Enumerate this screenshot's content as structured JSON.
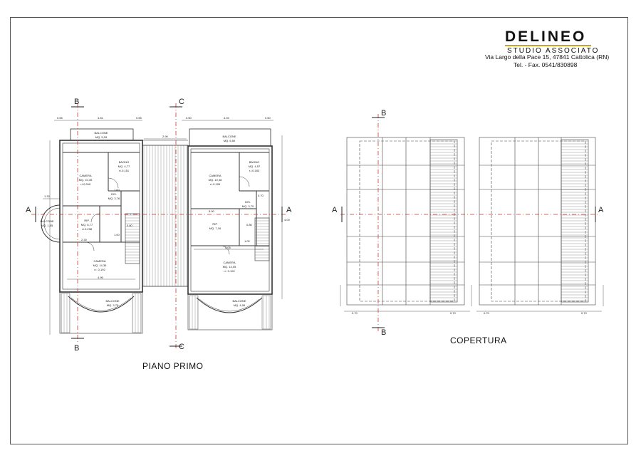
{
  "header": {
    "firm_name": "DELINEO",
    "firm_sub": "STUDIO ASSOCIATO",
    "address": "Via Largo della Pace 15, 47841 Cattolica (RN)",
    "phone": "Tel. - Fax. 0541/830898"
  },
  "captions": {
    "floor_plan": "PIANO PRIMO",
    "roof_plan": "COPERTURA"
  },
  "section_marks": {
    "a": "A",
    "b": "B",
    "c": "C"
  },
  "rooms_left": {
    "balcone_top": "BALCONE",
    "balcone_top_area": "MQ. 5,09",
    "camera_1": "CAMERA",
    "camera_1_area": "MQ. 10,35",
    "camera_1_ri": "r.i.0.269",
    "bagno": "BAGNO",
    "bagno_area": "MQ. 4,77",
    "bagno_ri": "r.i.0.151",
    "dis": "DIS.",
    "dis_area": "MQ. 3,76",
    "rip": "RIP.",
    "rip_area": "MQ. 6,77",
    "rip_ri": "r.i.0.238",
    "balcone_side": "BALCONE",
    "balcone_side_area": "MQ. 1,85",
    "camera_2": "CAMERA",
    "camera_2_area": "MQ. 14,35",
    "camera_2_ri": "r.i. 0.192",
    "balcone_bottom": "BALCONE",
    "balcone_bottom_area": "MQ. 3,75"
  },
  "rooms_right": {
    "balcone_top": "BALCONE",
    "balcone_top_area": "MQ. 6,50",
    "camera_1": "CAMERA",
    "camera_1_area": "MQ. 10,38",
    "camera_1_ri": "r.i.0.155",
    "bagno": "BAGNO",
    "bagno_area": "MQ. 4,57",
    "bagno_ri": "r.i.0.183",
    "dis": "DIS.",
    "dis_area": "MQ. 3,70",
    "rip": "RIP.",
    "rip_area": "MQ. 7,16",
    "camera_2": "CAMERA",
    "camera_2_area": "MQ. 14,05",
    "camera_2_ri": "r.i. 0.192",
    "balcone_bottom": "BALCONE",
    "balcone_bottom_area": "MQ. 4,06"
  },
  "dimensions": {
    "d_055": "0.55",
    "d_481": "4.81",
    "d_050": "0.50",
    "d_494": "4.94",
    "d_290": "2.90",
    "d_132": "1.32",
    "d_070": "0.70",
    "d_100": "1.00",
    "d_080": "0.80",
    "d_230": "2.30",
    "d_495": "4.95",
    "d_505": "5.05",
    "d_500": "5.00",
    "d_400": "4.00",
    "d_102": "1.02"
  },
  "colors": {
    "line": "#333333",
    "section_line": "#c0392b",
    "logo_accent": "#c9a227"
  }
}
